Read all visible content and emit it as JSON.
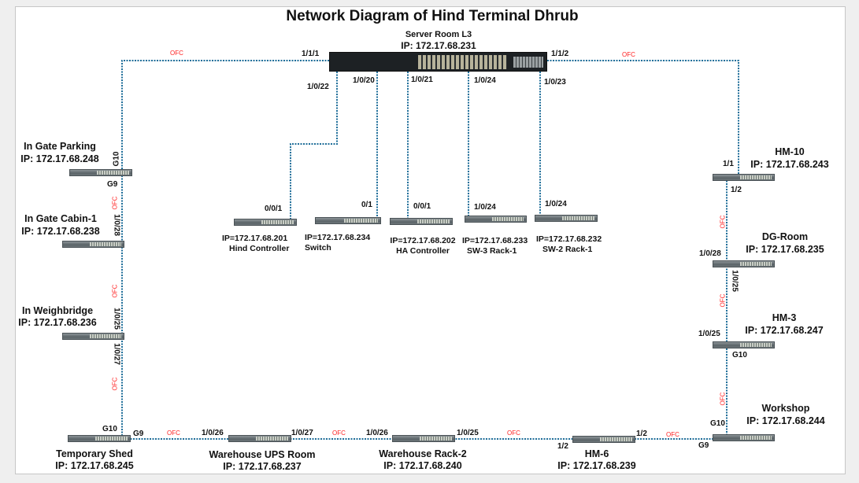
{
  "title": "Network Diagram of Hind Terminal  Dhrub",
  "link_label": "OFC",
  "colors": {
    "link": "#1f6e99",
    "ofc": "#ff2020",
    "core_switch": "#1d2124",
    "access_switch": "#6d767a"
  },
  "core": {
    "name": "Server Room L3",
    "ip": "IP: 172.17.68.231",
    "ports": {
      "left": "1/1/1",
      "right": "1/1/2",
      "p22": "1/0/22",
      "p20": "1/0/20",
      "p21": "1/0/21",
      "p24": "1/0/24",
      "p23": "1/0/23"
    }
  },
  "server_switches": [
    {
      "ip": "IP=172.17.68.201",
      "name": "Hind Controller",
      "port": "0/0/1"
    },
    {
      "ip": "IP=172.17.68.234",
      "name": "Switch",
      "port": "0/1"
    },
    {
      "ip": "IP=172.17.68.202",
      "name": "HA Controller",
      "port": "0/0/1"
    },
    {
      "ip": "IP=172.17.68.233",
      "name": "SW-3 Rack-1",
      "port": "1/0/24"
    },
    {
      "ip": "IP=172.17.68.232",
      "name": "SW-2 Rack-1",
      "port": "1/0/24"
    }
  ],
  "left_chain": [
    {
      "name": "In Gate Parking",
      "ip": "IP: 172.17.68.248",
      "ports": [
        "G10",
        "G9"
      ]
    },
    {
      "name": "In Gate Cabin-1",
      "ip": "IP: 172.17.68.238",
      "ports": [
        "1/0/28"
      ]
    },
    {
      "name": "In Weighbridge",
      "ip": "IP: 172.17.68.236",
      "ports": [
        "1/0/25",
        "1/0/27"
      ]
    },
    {
      "name": "Temporary Shed",
      "ip": "IP: 172.17.68.245",
      "ports": [
        "G10",
        "G9"
      ]
    }
  ],
  "bottom_chain": [
    {
      "name": "Warehouse UPS Room",
      "ip": "IP: 172.17.68.237",
      "ports": [
        "1/0/26",
        "1/0/27"
      ]
    },
    {
      "name": "Warehouse Rack-2",
      "ip": "IP: 172.17.68.240",
      "ports": [
        "1/0/26",
        "1/0/25"
      ]
    },
    {
      "name": "HM-6",
      "ip": "IP: 172.17.68.239",
      "ports": [
        "1/2",
        "1/2"
      ]
    }
  ],
  "right_chain": [
    {
      "name": "HM-10",
      "ip": "IP: 172.17.68.243",
      "ports": [
        "1/1",
        "1/2"
      ]
    },
    {
      "name": "DG-Room",
      "ip": "IP: 172.17.68.235",
      "ports": [
        "1/0/28",
        "1/0/25"
      ]
    },
    {
      "name": "HM-3",
      "ip": "IP: 172.17.68.247",
      "ports": [
        "1/0/25",
        "G10"
      ]
    },
    {
      "name": "Workshop",
      "ip": "IP: 172.17.68.244",
      "ports": [
        "G10",
        "G9"
      ]
    }
  ]
}
